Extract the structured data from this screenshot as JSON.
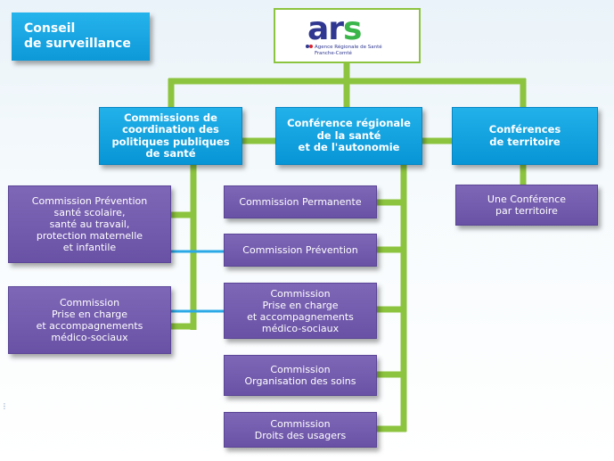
{
  "conseil": "Conseil\nde surveillance",
  "logo": {
    "letters_ar": "ar",
    "letters_s": "s",
    "line1": "Agence Régionale de Santé",
    "line2": "Franche-Comté"
  },
  "headers": {
    "coordination": "Commissions de\ncoordination des\npolitiques publiques\nde santé",
    "crsa": "Conférence régionale\nde la santé\net de l'autonomie",
    "territoire": "Conférences\nde territoire"
  },
  "left": {
    "prevention": "Commission Prévention\nsanté scolaire,\nsanté au travail,\nprotection maternelle\net infantile",
    "prise_en_charge": "Commission\nPrise en charge\net accompagnements\nmédico-sociaux"
  },
  "center": {
    "permanente": "Commission Permanente",
    "prevention": "Commission Prévention",
    "prise_en_charge": "Commission\nPrise en charge\net accompagnements\nmédico-sociaux",
    "organisation": "Commission\nOrganisation des soins",
    "droits": "Commission\nDroits des usagers"
  },
  "right": {
    "par_territoire": "Une Conférence\npar territoire"
  },
  "colors": {
    "connector_green": "#8dc43f",
    "arrow_blue": "#2aa9e6",
    "header_blue": "#0b9ad8",
    "commission_purple": "#7058ab"
  }
}
